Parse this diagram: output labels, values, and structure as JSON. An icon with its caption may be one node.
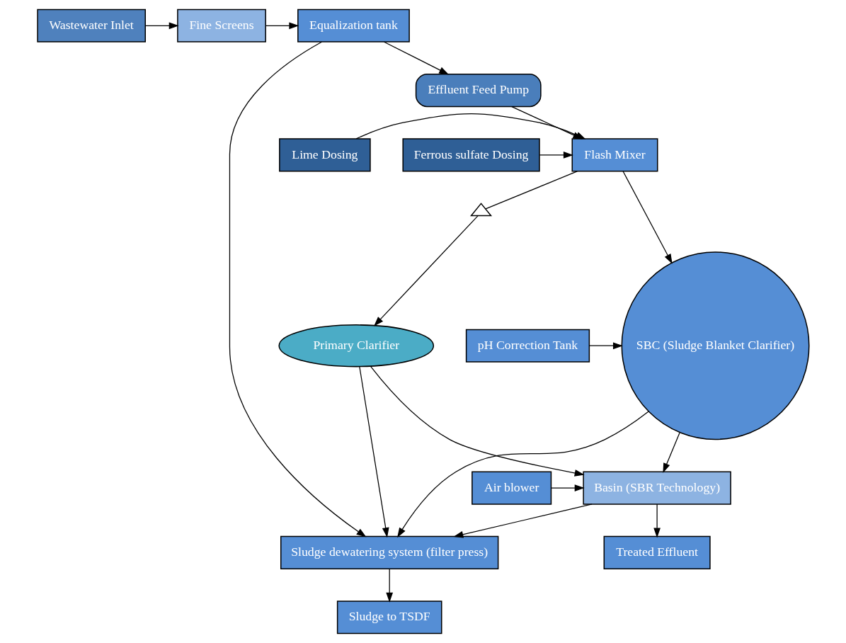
{
  "diagram": {
    "nodes": [
      {
        "text": [
          "Wastewater Inlet"
        ]
      },
      {
        "text": [
          "Fine Screens"
        ]
      },
      {
        "text": [
          "Equalization tank"
        ]
      },
      {
        "text": [
          "Effluent Feed Pump"
        ]
      },
      {
        "text": [
          "Sludge dewatering system (filter press)"
        ]
      },
      {
        "text": [
          "Lime Dosing"
        ]
      },
      {
        "text": [
          "Flash Mixer"
        ]
      },
      {
        "text": [
          "Ferrous sulfate Dosing"
        ]
      },
      {
        "text": [],
        "shape": "valve"
      },
      {
        "text": [
          "pH Correction Tank"
        ]
      },
      {
        "text": [
          "SBC (Sludge Blanket Clarifier)"
        ]
      },
      {
        "text": [
          "Primary Clarifier"
        ]
      },
      {
        "text": [
          "Sludge to TSDF"
        ]
      },
      {
        "text": [
          "Air blower"
        ]
      },
      {
        "text": [
          "Basin (SBR Technology)"
        ]
      },
      {
        "text": [
          "Treated Effluent"
        ]
      }
    ],
    "edges": [
      {
        "from": 0,
        "to": 1,
        "arrow": "to"
      },
      {
        "from": 1,
        "to": 2,
        "arrow": "to"
      },
      {
        "from": 2,
        "to": 3,
        "arrow": "to"
      },
      {
        "from": 2,
        "to": 4,
        "arrow": "to"
      },
      {
        "from": 3,
        "to": 6,
        "arrow": "to"
      },
      {
        "from": 5,
        "to": 6,
        "arrow": "to"
      },
      {
        "from": 7,
        "to": 6,
        "arrow": "to"
      },
      {
        "from": 6,
        "to": 10,
        "arrow": "to"
      },
      {
        "from": 6,
        "to": 8,
        "arrow": "none"
      },
      {
        "from": 8,
        "to": 11,
        "arrow": "to"
      },
      {
        "from": 9,
        "to": 10,
        "arrow": "to"
      },
      {
        "from": 10,
        "to": 14,
        "arrow": "to"
      },
      {
        "from": 11,
        "to": 14,
        "arrow": "to"
      },
      {
        "from": 10,
        "to": 4,
        "arrow": "to"
      },
      {
        "from": 11,
        "to": 4,
        "arrow": "to"
      },
      {
        "from": 14,
        "to": 4,
        "arrow": "to"
      },
      {
        "from": 4,
        "to": 12,
        "arrow": "to"
      },
      {
        "from": 13,
        "to": 14,
        "arrow": "to"
      },
      {
        "from": 14,
        "to": 15,
        "arrow": "to"
      }
    ]
  }
}
